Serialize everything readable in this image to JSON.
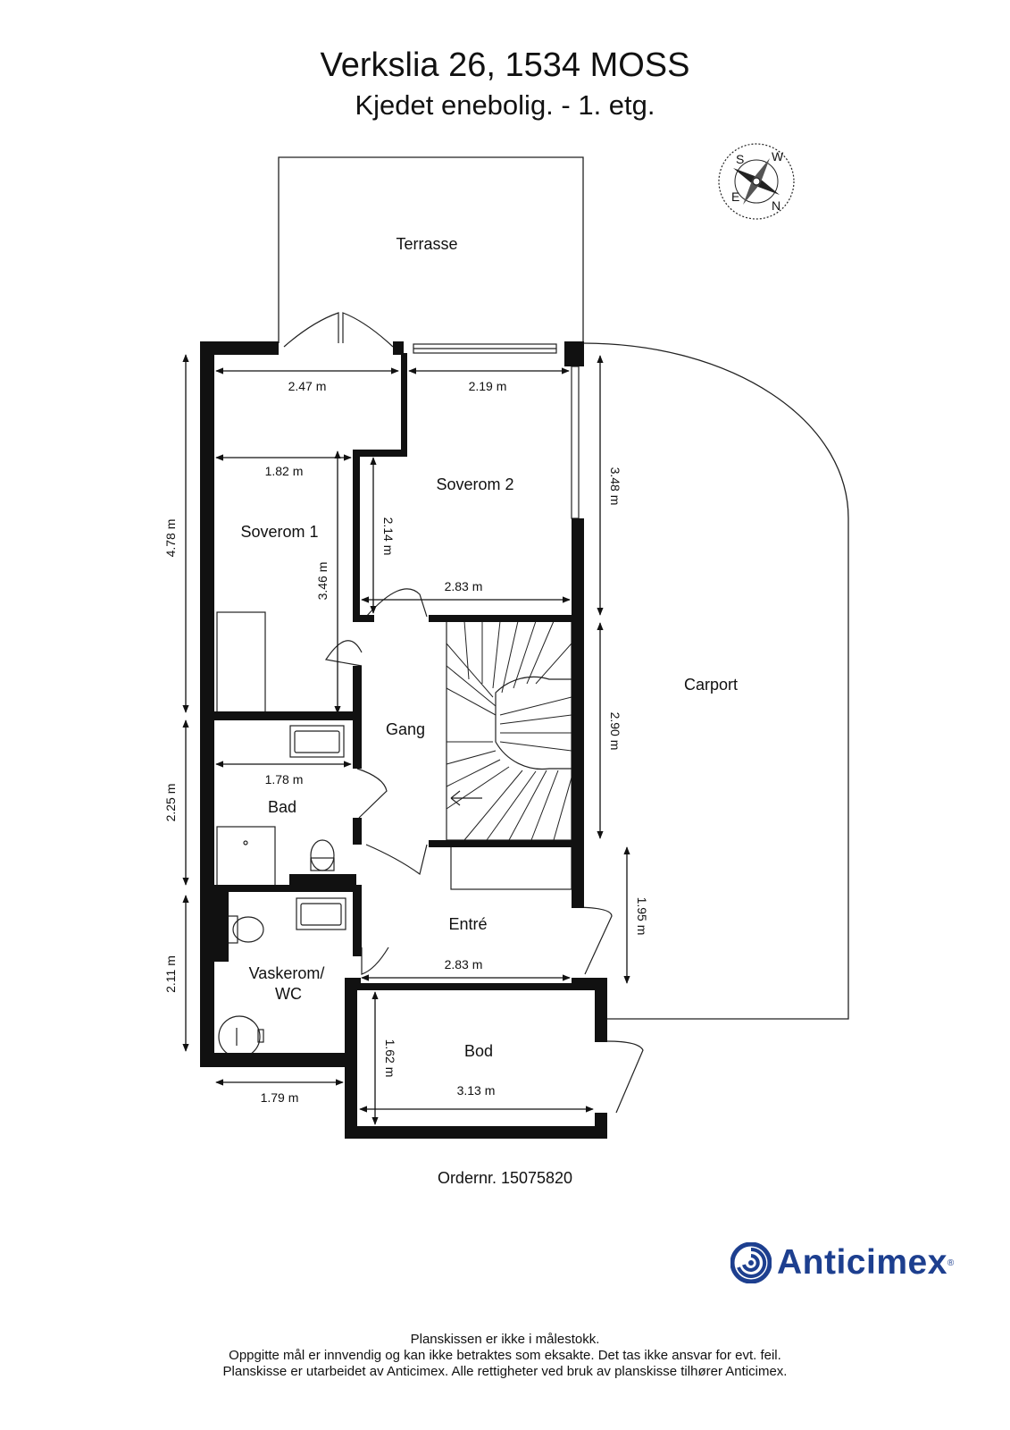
{
  "header": {
    "title": "Verkslia 26, 1534 MOSS",
    "subtitle": "Kjedet enebolig.  - 1. etg."
  },
  "compass": {
    "letters": [
      "S",
      "W",
      "N",
      "E"
    ]
  },
  "rooms": {
    "terrasse": "Terrasse",
    "soverom2": "Soverom 2",
    "soverom1": "Soverom 1",
    "gang": "Gang",
    "carport": "Carport",
    "bad": "Bad",
    "entre": "Entré",
    "vaskerom_1": "Vaskerom/",
    "vaskerom_2": "WC",
    "bod": "Bod"
  },
  "dimensions": {
    "d247": "2.47 m",
    "d219": "2.19 m",
    "d182": "1.82 m",
    "d478": "4.78 m",
    "d348": "3.48 m",
    "d214": "2.14 m",
    "d346": "3.46 m",
    "d283a": "2.83 m",
    "d290": "2.90 m",
    "d178": "1.78 m",
    "d225": "2.25 m",
    "d195": "1.95 m",
    "d283b": "2.83 m",
    "d211": "2.11 m",
    "d162": "1.62 m",
    "d313": "3.13 m",
    "d179": "1.79 m"
  },
  "order": "Ordernr. 15075820",
  "brand": {
    "name": "Anticimex",
    "reg": "®",
    "color": "#1d3f8f"
  },
  "footer": {
    "line1": "Planskissen er ikke i målestokk.",
    "line2": "Oppgitte mål er innvendig og kan ikke betraktes som eksakte. Det tas ikke ansvar for evt. feil.",
    "line3": "Planskisse er utarbeidet av Anticimex. Alle rettigheter ved bruk av planskisse tilhører Anticimex."
  }
}
